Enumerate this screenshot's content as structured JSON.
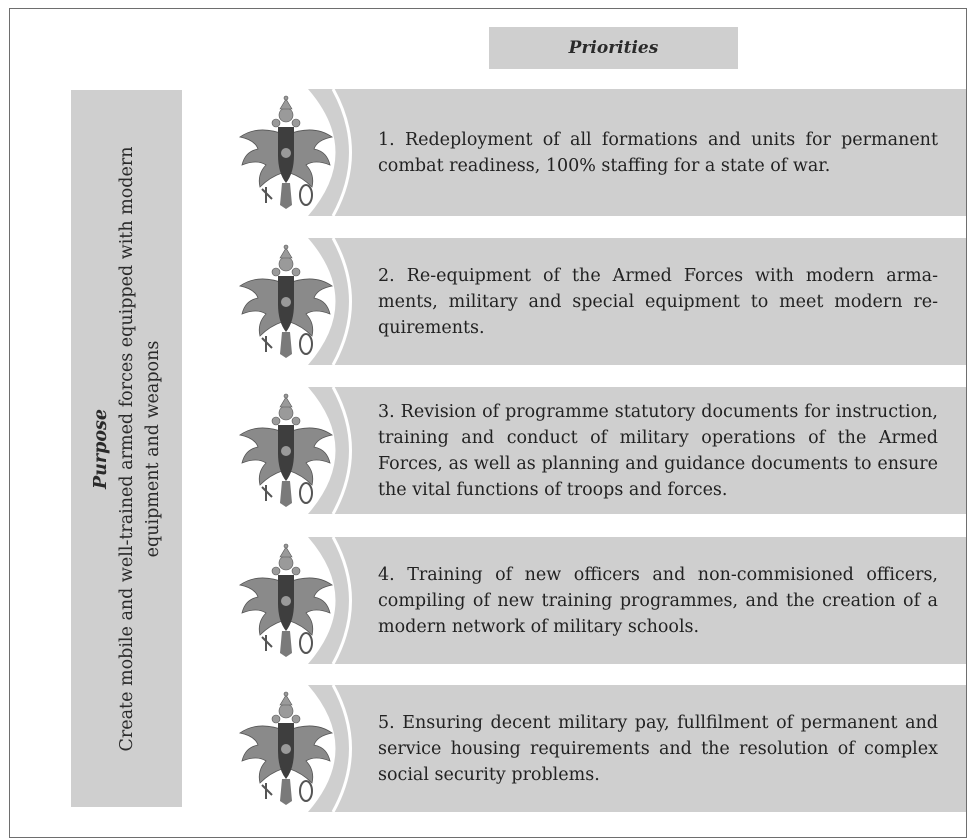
{
  "header": {
    "priorities_label": "Priorities"
  },
  "purpose": {
    "title": "Purpose",
    "text": "Create mobile and well-trained armed forces equipped with modern equipment and weapons"
  },
  "priorities": [
    {
      "text": "1. Redeployment of all formations and units for permanent combat readiness, 100% staffing for a state of war."
    },
    {
      "text": "2. Re-equipment of the Armed Forces with modern arma­ments, military and special equipment to meet modern re­quirements."
    },
    {
      "text": "3. Revision of programme statutory documents for instruc­tion, training and conduct of military operations of the Armed Forces, as well as planning and guidance documents to ensure the vital functions of troops and forces."
    },
    {
      "text": "4. Training of new officers and non-commisioned officers, compiling of new training programmes, and the creation of a modern network of military schools."
    },
    {
      "text": "5. Ensuring decent military pay, fullfilment of permanent and service housing requirements and the resolution of complex social security problems."
    }
  ],
  "colors": {
    "box_fill": "#cfcfcf",
    "border": "#6e6e6e",
    "emblem_dark": "#4a4a4a",
    "emblem_mid": "#8a8a8a"
  },
  "icons": {
    "emblem": "double-headed-eagle-emblem-icon"
  }
}
